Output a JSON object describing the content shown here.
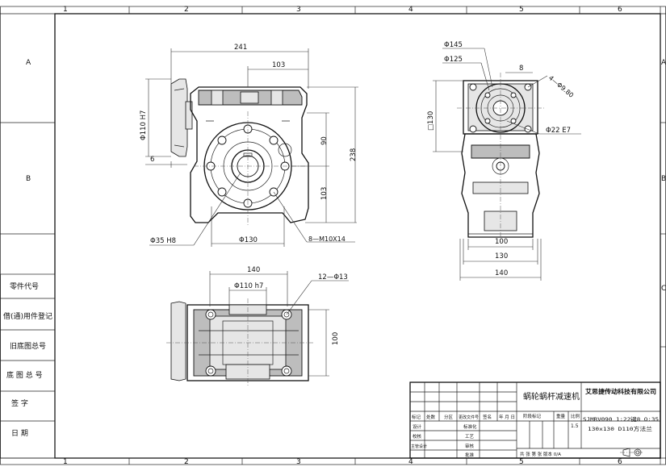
{
  "grid": {
    "cols": [
      "1",
      "2",
      "3",
      "4",
      "5",
      "6"
    ],
    "rows": [
      "A",
      "B",
      "C"
    ]
  },
  "dims": {
    "front_width": "241",
    "front_half": "103",
    "front_height_upper": "90",
    "front_height_total": "238",
    "front_height_lower": "103",
    "flange_dia": "Φ110 H7",
    "flange_step": "6",
    "bore": "Φ35 H8",
    "pcd": "Φ130",
    "bolts": "8—M10X14",
    "side_d145": "Φ145",
    "side_d125": "Φ125",
    "side_8": "8",
    "side_4": "4—Φ9.80",
    "side_130": "□130",
    "side_d22": "Φ22 E7",
    "side_100": "100",
    "side_130b": "130",
    "side_140": "140",
    "plan_140": "140",
    "plan_d110": "Φ110 h7",
    "plan_holes": "12—Φ13",
    "plan_100": "100"
  },
  "left_block": {
    "rows": [
      "零件代号",
      "借(通)用件登记",
      "旧底图总号",
      "底 图 总 号",
      "签    字",
      "日    期"
    ]
  },
  "title_block": {
    "hdr": [
      "标记",
      "处数",
      "分区",
      "更改文件号",
      "签名",
      "年 月 日"
    ],
    "roles": [
      "设计",
      "校核",
      "主管设计"
    ],
    "roles2": [
      "标准化",
      "工艺",
      "审核",
      "批准"
    ],
    "stage_hdr": [
      "阶段标记",
      "重量",
      "比例"
    ],
    "scale": "1.5",
    "sheets": "共   张   第   张   版本 0/A",
    "title": "蜗轮蜗杆减速机",
    "company": "艾思捷传动科技有限公司",
    "model": "SJMRV090 1:22键8 O:35",
    "model2": "130x130 D110方法兰"
  }
}
